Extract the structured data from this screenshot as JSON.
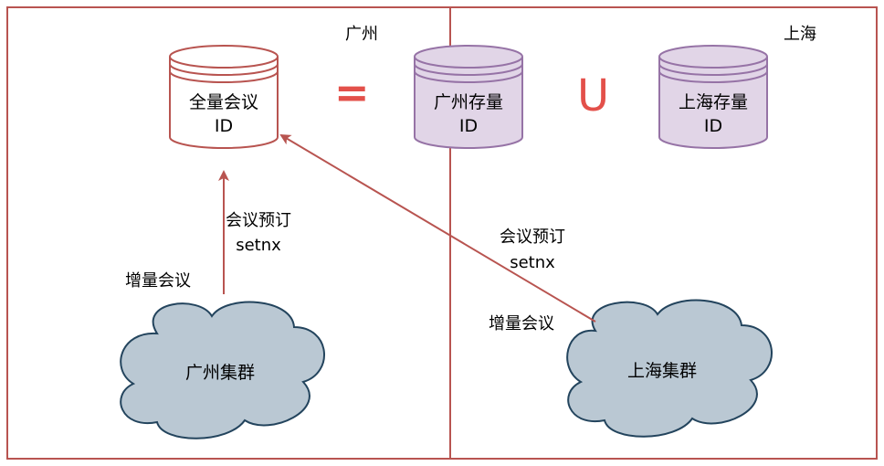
{
  "regions": {
    "guangzhou": "广州",
    "shanghai": "上海"
  },
  "databases": {
    "full": {
      "line1": "全量会议",
      "line2": "ID"
    },
    "guangzhou_stock": {
      "line1": "广州存量",
      "line2": "ID"
    },
    "shanghai_stock": {
      "line1": "上海存量",
      "line2": "ID"
    }
  },
  "operators": {
    "equals": "=",
    "union": "U"
  },
  "clusters": {
    "guangzhou": "广州集群",
    "shanghai": "上海集群"
  },
  "edges": {
    "left": {
      "label1": "会议预订",
      "label2": "setnx",
      "label3": "增量会议"
    },
    "right": {
      "label1": "会议预订",
      "label2": "setnx",
      "label3": "增量会议"
    }
  },
  "colors": {
    "border": "#b85450",
    "arrow": "#b85450",
    "operator": "#e3504a",
    "db_white_fill": "#ffffff",
    "db_purple_fill": "#e1d5e7",
    "db_purple_stroke": "#9673a6",
    "cloud_fill": "#bac8d3",
    "cloud_stroke": "#23445d"
  }
}
